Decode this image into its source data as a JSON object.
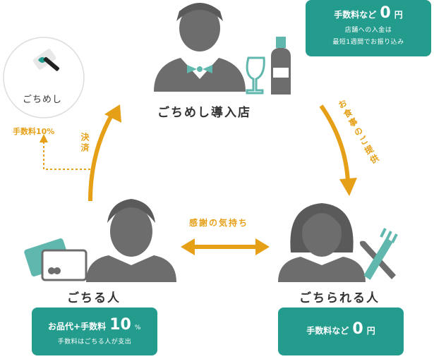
{
  "store": {
    "label": "ごちめし導入店",
    "fee_box": {
      "line1_prefix": "手数料など",
      "line1_value": "0",
      "line1_suffix": "円",
      "line2": "店舗への入金は",
      "line3": "最短1週間でお振り込み"
    }
  },
  "platform": {
    "logo_label": "ごちめし",
    "fee_label": "手数料10%",
    "payment_label": "決済"
  },
  "payer": {
    "label": "ごちる人",
    "fee_box": {
      "line1_prefix": "お品代+手数料",
      "line1_value": "10",
      "line1_suffix": "%",
      "line2": "手数料はごちる人が支出"
    }
  },
  "receiver": {
    "label": "ごちられる人",
    "fee_box": {
      "line1_prefix": "手数料など",
      "line1_value": "0",
      "line1_suffix": "円"
    }
  },
  "arrows": {
    "serve_label": "お食事のご提供",
    "gratitude_label": "感謝の気持ち"
  },
  "colors": {
    "accent_teal": "#239b8d",
    "arrow_orange": "#e6a018",
    "icon_gray": "#6d6d6d"
  }
}
